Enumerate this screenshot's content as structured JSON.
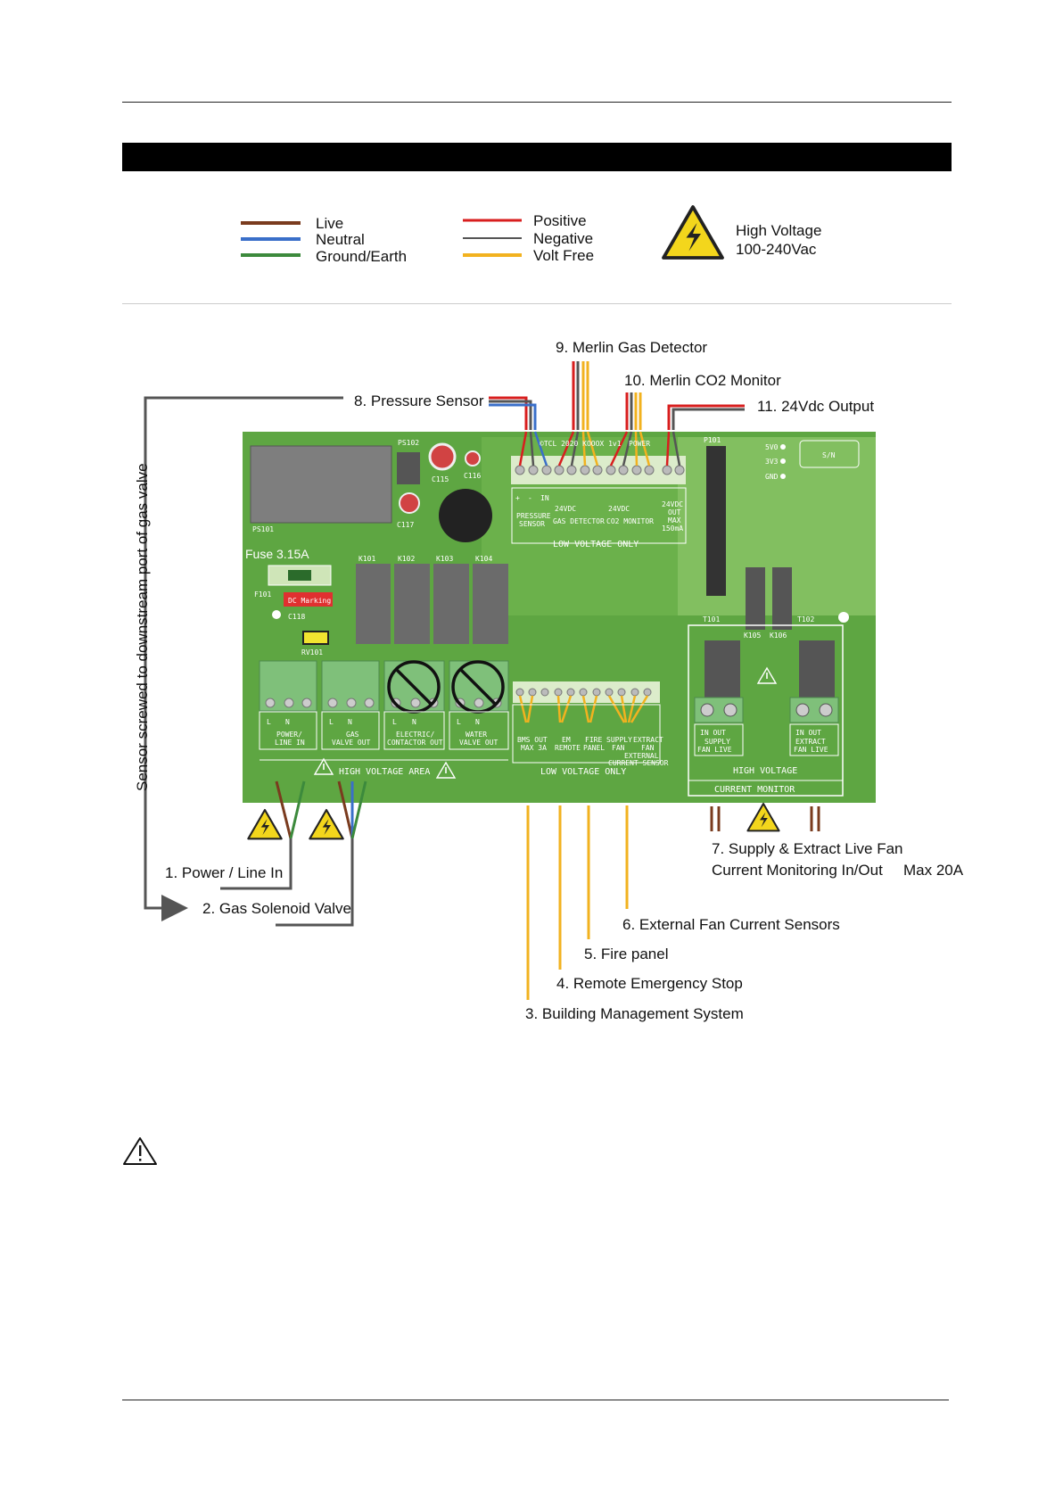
{
  "legend": {
    "wires": [
      {
        "label": "Live",
        "color": "#7a3b1e"
      },
      {
        "label": "Neutral",
        "color": "#3a6fc9"
      },
      {
        "label": "Ground/Earth",
        "color": "#3c8a3c"
      },
      {
        "label": "Positive",
        "color": "#d81e1e"
      },
      {
        "label": "Negative",
        "color": "#555555"
      },
      {
        "label": "Volt Free",
        "color": "#f2b21f"
      }
    ],
    "hv_line1": "High Voltage",
    "hv_line2": "100-240Vac"
  },
  "labels": {
    "pressure_sensor": "8. Pressure Sensor",
    "gas_detector": "9. Merlin Gas Detector",
    "co2_monitor": "10. Merlin CO2 Monitor",
    "output_24vdc": "11. 24Vdc Output",
    "sensor_note": "Sensor screwed to downstream port of gas valve",
    "power_line_in": "1. Power / Line In",
    "gas_solenoid": "2. Gas Solenoid Valve",
    "bms": "3. Building Management System",
    "remote_stop": "4. Remote Emergency Stop",
    "fire_panel": "5. Fire panel",
    "fan_sensors": "6. External Fan Current Sensors",
    "live_fan_1": "7. Supply & Extract Live Fan",
    "live_fan_2": "Current Monitoring In/Out",
    "max_20a": "Max 20A"
  },
  "board": {
    "fuse": "Fuse 3.15A",
    "dc_marking": "DC Marking",
    "ps101": "PS101",
    "ps102": "PS102",
    "c115": "C115",
    "c116": "C116",
    "c117": "C117",
    "f101": "F101",
    "c118": "C118",
    "rv101": "RV101",
    "k101": "K101",
    "k102": "K102",
    "k103": "K103",
    "k104": "K104",
    "k105": "K105",
    "k106": "K106",
    "t101": "T101",
    "t102": "T102",
    "p101": "P101",
    "copyright": "©TCL 2020 KOOOX 1v1",
    "power": "POWER",
    "v5": "5V0",
    "v3": "3V3",
    "gnd": "GND",
    "sn": "S/N",
    "pressure_t1": "PRESSURE",
    "pressure_t2": "SENSOR",
    "gas_vdc": "24VDC",
    "gas_t": "GAS DETECTOR",
    "co2_vdc": "24VDC",
    "co2_t": "CO2 MONITOR",
    "out_t1": "24VDC",
    "out_t2": "OUT",
    "out_t3": "MAX",
    "out_t4": "150mA",
    "plus": "+",
    "minus": "-",
    "in": "IN",
    "low_voltage_only": "LOW VOLTAGE ONLY",
    "high_voltage_area": "HIGH VOLTAGE AREA",
    "l": "L",
    "n": "N",
    "power_l1": "POWER/",
    "power_l2": "LINE IN",
    "gas_l1": "GAS",
    "gas_l2": "VALVE OUT",
    "elec_l1": "ELECTRIC/",
    "elec_l2": "CONTACTOR OUT",
    "water_l1": "WATER",
    "water_l2": "VALVE OUT",
    "bms_l1": "BMS OUT",
    "bms_l2": "MAX 3A",
    "em_l1": "EM",
    "em_l2": "REMOTE",
    "fire_l1": "FIRE",
    "fire_l2": "PANEL",
    "supply_fan_l1": "SUPPLY",
    "supply_fan_l2": "FAN",
    "extract_fan_l1": "EXTRACT",
    "extract_fan_l2": "FAN",
    "ext_cs1": "EXTERNAL",
    "ext_cs2": "CURRENT SENSOR",
    "in_out": "IN   OUT",
    "supply_live1": "SUPPLY",
    "supply_live2": "FAN LIVE",
    "extract_live1": "EXTRACT",
    "extract_live2": "FAN LIVE",
    "high_voltage": "HIGH VOLTAGE",
    "current_monitor": "CURRENT MONITOR"
  }
}
